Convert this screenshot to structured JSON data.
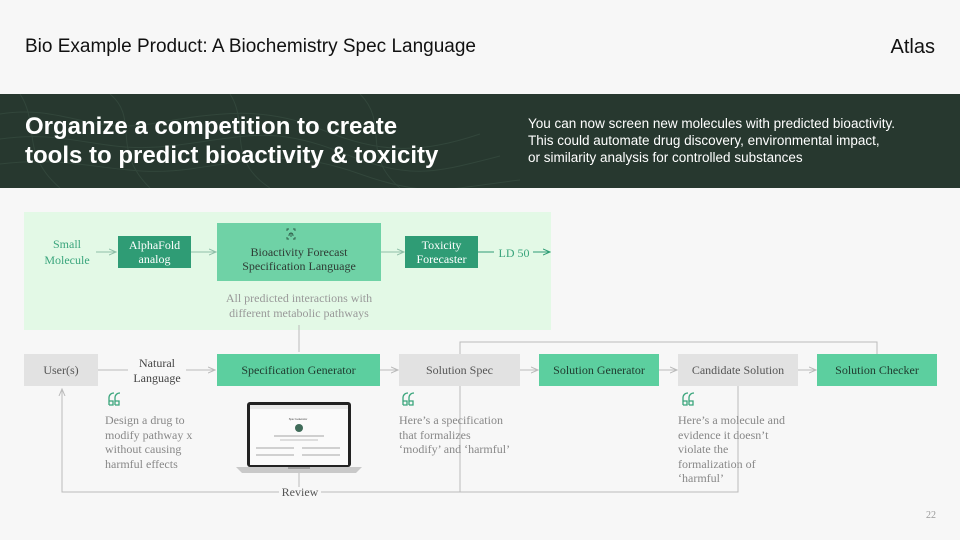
{
  "header": {
    "title": "Bio Example Product: A Biochemistry  Spec Language",
    "brand": "Atlas"
  },
  "banner": {
    "headline_line1": "Organize a competition to create",
    "headline_line2": "tools to predict bioactivity & toxicity",
    "sub_line1": "You can now screen new molecules with predicted bioactivity.",
    "sub_line2": "This could automate drug discovery, environmental impact,",
    "sub_line3": "or similarity analysis for controlled substances"
  },
  "pipeline": {
    "input_line1": "Small",
    "input_line2": "Molecule",
    "alphafold_line1": "AlphaFold",
    "alphafold_line2": "analog",
    "bioactivity_line1": "Bioactivity  Forecast",
    "bioactivity_line2": "Specification  Language",
    "toxicity_line1": "Toxicity",
    "toxicity_line2": "Forecaster",
    "output": "LD 50",
    "note_line1": "All predicted interactions  with",
    "note_line2": "different metabolic pathways",
    "fingerprint_icon": "fingerprint-icon"
  },
  "flow": {
    "users": "User(s)",
    "natural_line1": "Natural",
    "natural_line2": "Language",
    "spec_generator": "Specification  Generator",
    "solution_spec": "Solution  Spec",
    "solution_generator": "Solution  Generator",
    "candidate_solution": "Candidate Solution",
    "solution_checker": "Solution  Checker",
    "review": "Review",
    "quote_icon": "quote-icon"
  },
  "notes": {
    "user_request": [
      "Design a drug to",
      "modify pathway x",
      "without causing",
      "harmful effects"
    ],
    "spec_note": [
      "Here’s a specification",
      "that formalizes",
      "‘modify’ and ‘harmful’"
    ],
    "candidate_note": [
      "Here’s a molecule and",
      "evidence it doesn’t",
      "violate the",
      "formalization  of",
      "‘harmful’"
    ]
  },
  "laptop": {
    "screen_title": "Spec Generator"
  },
  "page_number": "22",
  "colors": {
    "banner": "#27382f",
    "panel": "#e3f9e6",
    "dark_green": "#2f9c75",
    "light_green": "#6fd2a6",
    "mint": "#5ccf9f",
    "gray_box": "#e2e2e2"
  }
}
